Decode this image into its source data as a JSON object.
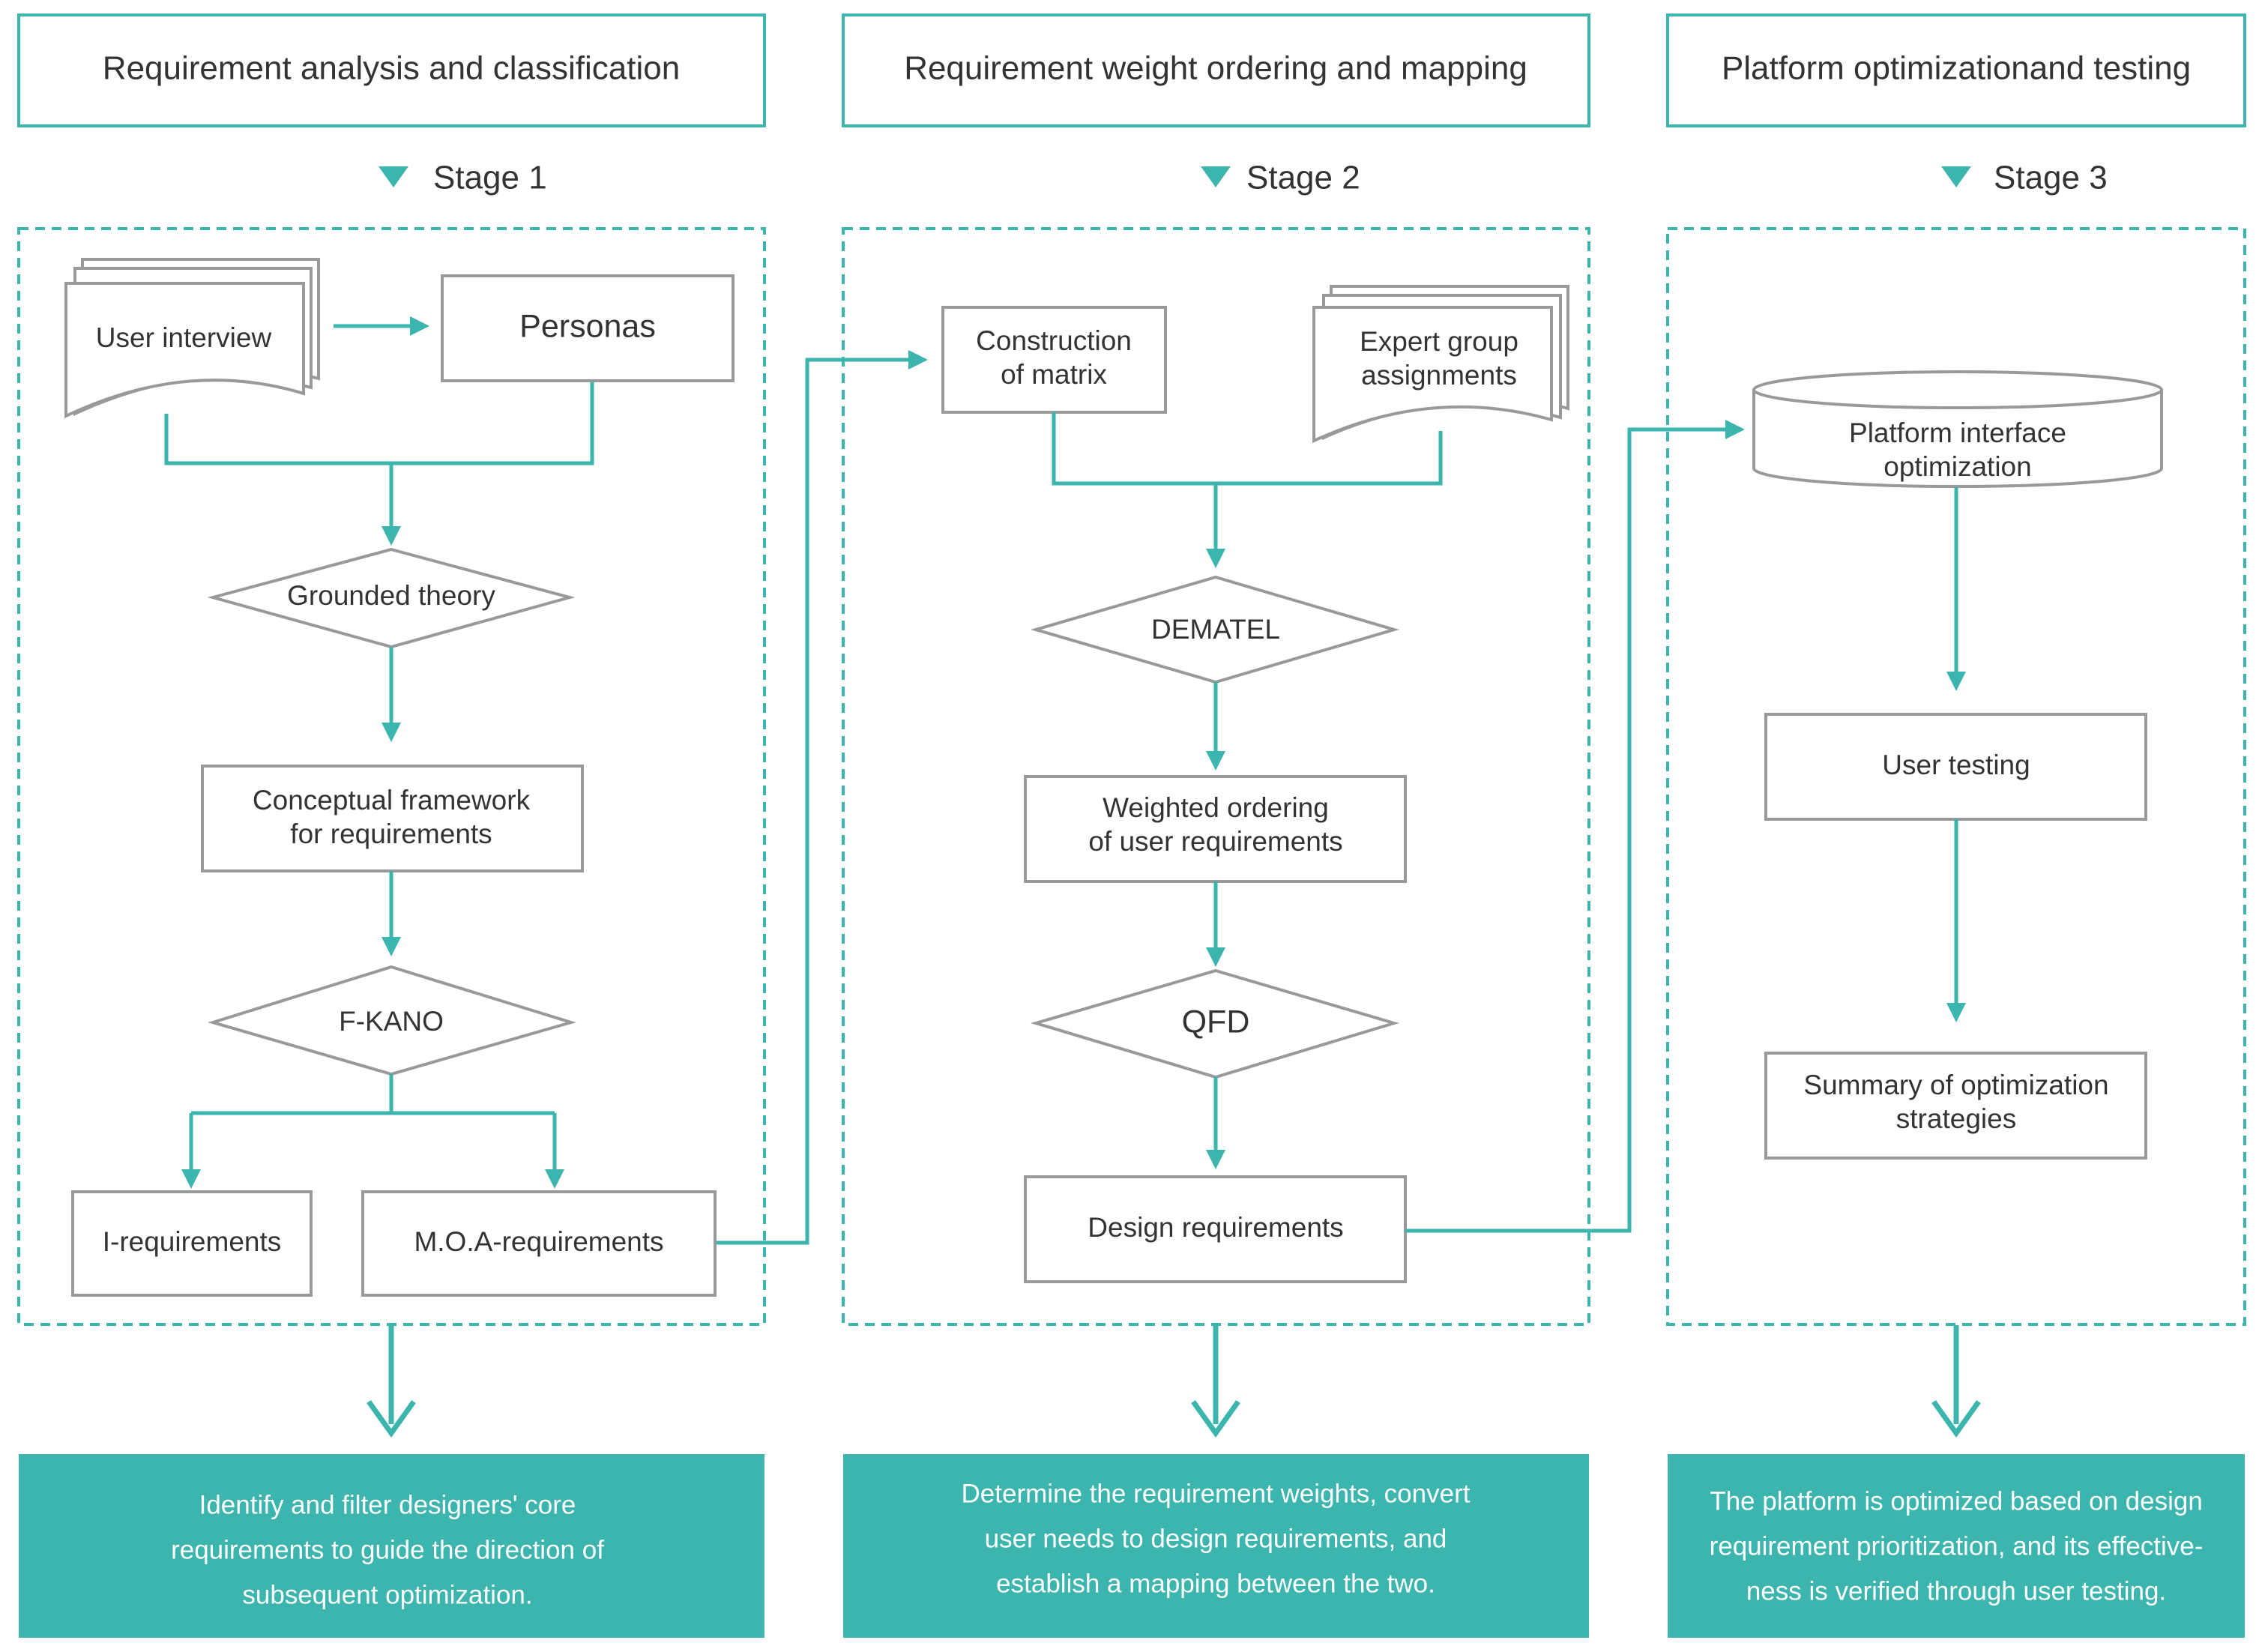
{
  "headers": [
    "Requirement analysis and classification",
    "Requirement weight ordering and mapping",
    "Platform optimizationand testing"
  ],
  "stages": [
    "Stage 1",
    "Stage 2",
    "Stage 3"
  ],
  "stage1": {
    "user_interview": "User interview",
    "personas": "Personas",
    "grounded_theory": "Grounded theory",
    "conceptual_framework": [
      "Conceptual framework",
      "for requirements"
    ],
    "f_kano": "F-KANO",
    "i_requirements": "I-requirements",
    "moa_requirements": "M.O.A-requirements"
  },
  "stage2": {
    "construction_matrix": [
      "Construction",
      "of matrix"
    ],
    "expert_group": [
      "Expert group",
      "assignments"
    ],
    "dematel": "DEMATEL",
    "weighted_ordering": [
      "Weighted ordering",
      "of user requirements"
    ],
    "qfd": "QFD",
    "design_requirements": "Design requirements"
  },
  "stage3": {
    "platform_interface": [
      "Platform interface",
      "optimization"
    ],
    "user_testing": "User testing",
    "summary_strategies": [
      "Summary of optimization",
      "strategies"
    ]
  },
  "summaries": [
    [
      "Identify and filter designers' core",
      "requirements to guide the direction of",
      "subsequent optimization."
    ],
    [
      "Determine the requirement weights, convert",
      "user needs to design requirements, and",
      "establish a mapping between the two."
    ],
    [
      "The platform is optimized based on design",
      "requirement prioritization, and its effective-",
      "ness is verified through user testing."
    ]
  ],
  "colors": {
    "accent": "#3bb5ad",
    "box_stroke": "#999999",
    "text": "#333333"
  }
}
